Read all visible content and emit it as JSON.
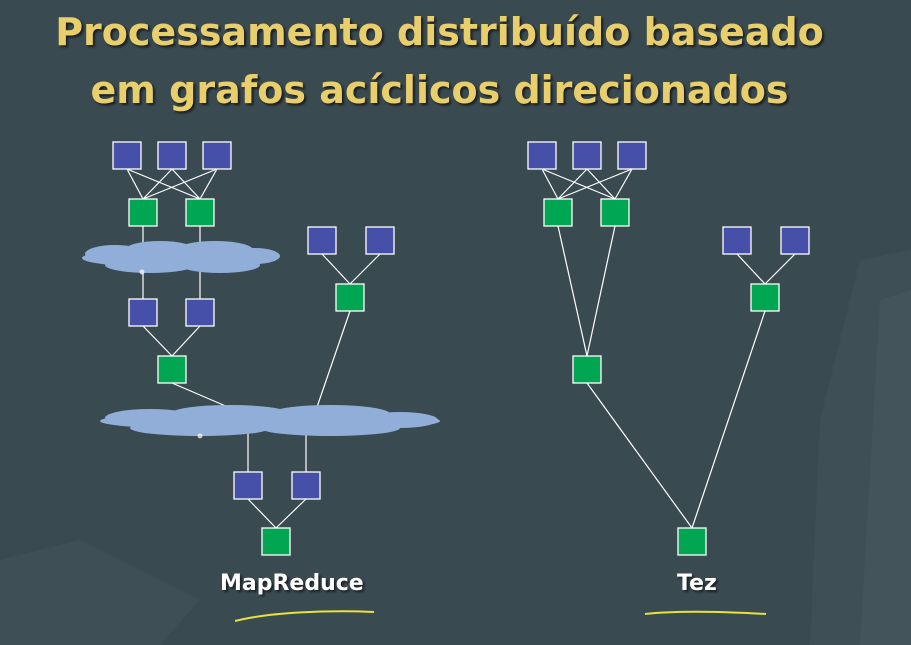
{
  "slide": {
    "title_line1": "Processamento distribuído baseado",
    "title_line2": "em grafos acíclicos direcionados"
  },
  "diagrams": {
    "mapreduce": {
      "label": "MapReduce"
    },
    "tez": {
      "label": "Tez"
    }
  },
  "colors": {
    "background": "#3a4a51",
    "title": "#e9cf6c",
    "node_blue": "#4650a8",
    "node_green": "#00a651",
    "cloud": "#90aed8",
    "underline": "#e8e23a"
  }
}
